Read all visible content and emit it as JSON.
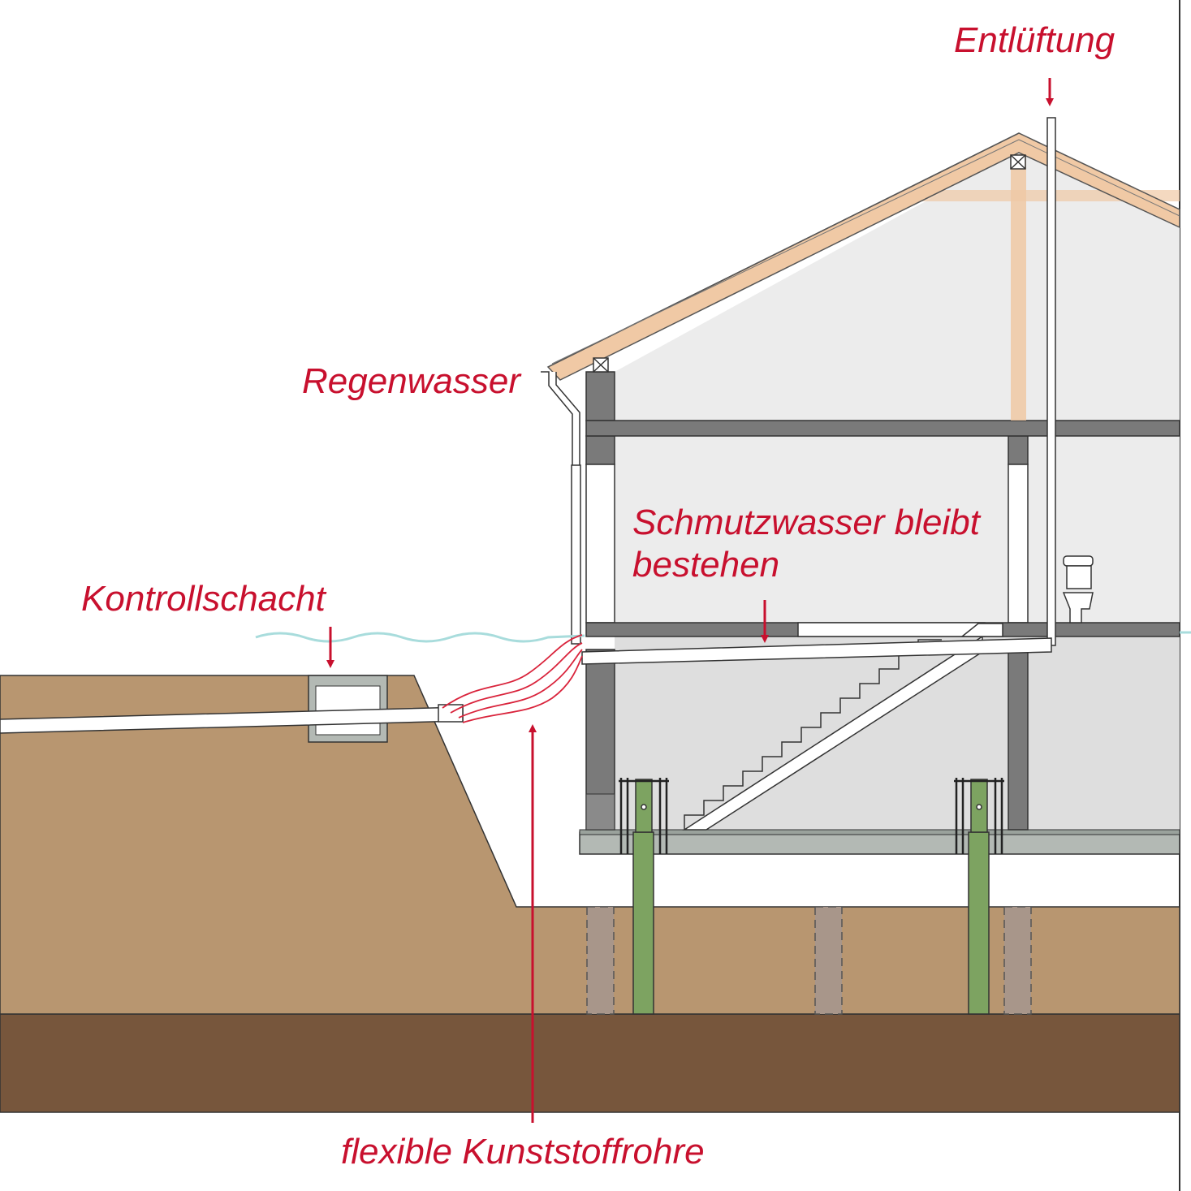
{
  "labels": {
    "entlueftung": "Entlüftung",
    "regenwasser": "Regenwasser",
    "schmutzwasser_line1": "Schmutzwasser bleibt",
    "schmutzwasser_line2": "bestehen",
    "kontrollschacht": "Kontrollschacht",
    "flexible_rohre": "flexible Kunststoffrohre"
  },
  "colors": {
    "label_red": "#c8102e",
    "soil": "#b89670",
    "deep_soil": "#77563c",
    "wall_grey": "#7a7a7a",
    "slab_grey": "#b3b9b4",
    "pile_green": "#7da361",
    "roof_wood": "#f0c9a5",
    "water_line": "#a8dcdc",
    "interior_light": "#ececec"
  }
}
